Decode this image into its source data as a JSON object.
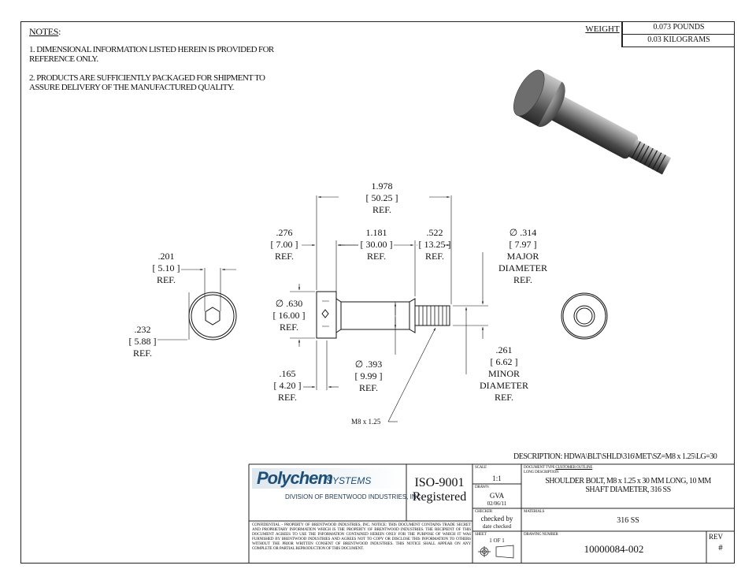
{
  "notes": {
    "title": "NOTES",
    "title_suffix": ":",
    "note1": "1. DIMENSIONAL INFORMATION LISTED HEREIN IS PROVIDED FOR REFERENCE ONLY.",
    "note2": "2. PRODUCTS ARE SUFFICIENTLY PACKAGED FOR SHIPMENT TO ASSURE DELIVERY OF THE MANUFACTURED QUALITY."
  },
  "weight": {
    "label": "WEIGHT",
    "pounds": "0.073 POUNDS",
    "kilograms": "0.03 KILOGRAMS"
  },
  "dimensions": {
    "overall": {
      "in": "1.978",
      "mm": "[ 50.25 ]",
      "ref": "REF."
    },
    "head_len": {
      "in": ".276",
      "mm": "[ 7.00 ]",
      "ref": "REF."
    },
    "shoulder_len": {
      "in": "1.181",
      "mm": "[ 30.00 ]",
      "ref": "REF."
    },
    "thread_len": {
      "in": ".522",
      "mm": "[ 13.25 ]",
      "ref": "REF."
    },
    "major_dia": {
      "in": "∅ .314",
      "mm": "[ 7.97 ]",
      "label1": "MAJOR",
      "label2": "DIAMETER",
      "ref": "REF."
    },
    "hex": {
      "in": ".201",
      "mm": "[ 5.10 ]",
      "ref": "REF."
    },
    "socket_depth": {
      "in": ".232",
      "mm": "[ 5.88 ]",
      "ref": "REF."
    },
    "head_dia": {
      "in": "∅ .630",
      "mm": "[ 16.00 ]",
      "ref": "REF."
    },
    "shoulder_dia": {
      "in": "∅ .393",
      "mm": "[ 9.99 ]",
      "ref": "REF."
    },
    "head_height": {
      "in": ".165",
      "mm": "[ 4.20 ]",
      "ref": "REF."
    },
    "minor_dia": {
      "in": ".261",
      "mm": "[ 6.62 ]",
      "label1": "MINOR",
      "label2": "DIAMETER",
      "ref": "REF."
    },
    "thread_callout": "M8 x 1.25"
  },
  "description": "DESCRIPTION: HDWA\\BLT\\SHLD\\316\\MET\\SZ=M8 x 1.25\\LG=30",
  "title_block": {
    "logo": "Polychem",
    "logo_systems": "SYSTEMS",
    "division": "DIVISION OF BRENTWOOD INDUSTRIES, INC.",
    "iso1": "ISO-9001",
    "iso2": "Registered",
    "confidential": "CONFIDENTIAL - PROPERTY OF BRENTWOOD INDUSTRIES, INC. NOTICE: THIS DOCUMENT CONTAINS TRADE SECRET AND PROPRIETARY INFORMATION WHICH IS THE PROPERTY OF BRENTWOOD INDUSTRIES. THE RECIPIENT OF THIS DOCUMENT AGREES TO USE THE INFORMATION CONTAINED HEREIN ONLY FOR THE PURPOSE OF WHICH IT WAS FURNISHED BY BRENTWOOD INDUSTRIES AND AGREES NOT TO COPY OR DISCLOSE THIS INFORMATION TO OTHERS WITHOUT THE PRIOR WRITTEN CONSENT OF BRENTWOOD INDUSTRIES. THIS NOTICE SHALL APPEAR ON ANY COMPLETE OR PARTIAL REPRODUCTION OF THIS DOCUMENT.",
    "scale_label": "SCALE",
    "scale": "1:1",
    "drawn_label": "DRAWN",
    "drawn": "GVA",
    "drawn_date": "02/06/11",
    "checker_label": "CHECKER",
    "checker": "checked by",
    "checker_date": "date checked",
    "sheet_label": "SHEET",
    "sheet": "1 OF 1",
    "doctype_label": "DOCUMENT TYPE",
    "doctype": "CUSTOMER OUTLINE",
    "longdesc_label": "LONG DESCRIPTION",
    "longdesc1": "SHOULDER BOLT,  M8 x 1.25 x 30 MM LONG, 10 MM",
    "longdesc2": "SHAFT DIAMETER, 316 SS",
    "materials_label": "MATERIALS",
    "materials": "316 SS",
    "drawing_label": "DRAWING NUMBER",
    "drawing_number": "10000084-002",
    "rev_label": "REV",
    "rev": "#"
  }
}
